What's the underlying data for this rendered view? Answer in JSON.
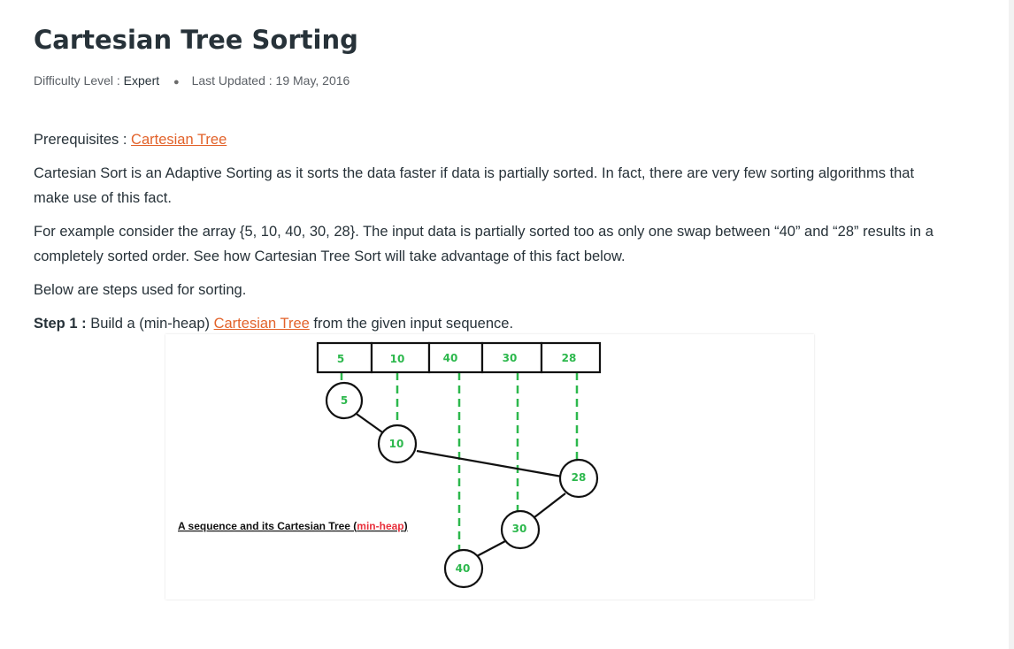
{
  "article": {
    "title": "Cartesian Tree Sorting",
    "difficulty_label": "Difficulty Level : ",
    "difficulty_value": "Expert",
    "updated_label": "Last Updated : ",
    "updated_value": "19 May, 2016",
    "prereq_label": "Prerequisites : ",
    "prereq_link": "Cartesian Tree",
    "para1": "Cartesian Sort is an Adaptive Sorting as it sorts the data faster if data is partially sorted. In fact, there are very few sorting algorithms that make use of this fact.",
    "para2": "For example consider the array {5, 10, 40, 30, 28}. The input data is partially sorted too as only one swap between “40” and “28” results in a completely sorted order. See how Cartesian Tree Sort will take advantage of this fact below.",
    "para3": "Below are steps used for sorting.",
    "step1_label": "Step 1 :",
    "step1_pre": " Build a (min-heap) ",
    "step1_link": "Cartesian Tree",
    "step1_post": " from the given input sequence."
  },
  "figure": {
    "array_values": [
      "5",
      "10",
      "40",
      "30",
      "28"
    ],
    "nodes": [
      "5",
      "10",
      "28",
      "30",
      "40"
    ],
    "caption_main": "A sequence and its Cartesian Tree (",
    "caption_highlight": "min-heap",
    "caption_end": ")",
    "colors": {
      "value_green": "#2db84d",
      "dash_green": "#2db84d",
      "caption_red": "#e8303c",
      "stroke": "#111111"
    }
  }
}
